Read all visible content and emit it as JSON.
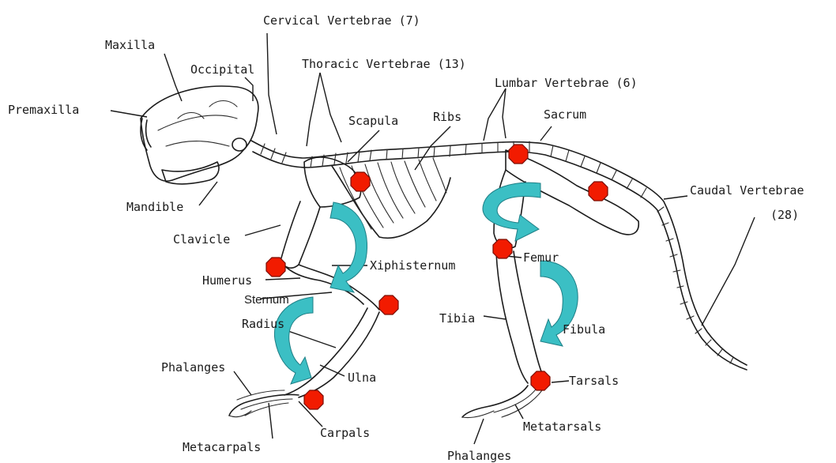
{
  "labels": {
    "cervical": "Cervical Vertebrae (7)",
    "maxilla": "Maxilla",
    "occipital": "Occipital",
    "thoracic": "Thoracic Vertebrae (13)",
    "lumbar": "Lumbar Vertebrae (6)",
    "premaxilla": "Premaxilla",
    "scapula": "Scapula",
    "ribs": "Ribs",
    "sacrum": "Sacrum",
    "caudal": "Caudal Vertebrae",
    "caudal_count": "(28)",
    "mandible": "Mandible",
    "clavicle": "Clavicle",
    "xiphisternum": "Xiphisternum",
    "femur": "Femur",
    "humerus": "Humerus",
    "sternum": "Sternum",
    "radius": "Radius",
    "tibia": "Tibia",
    "fibula": "Fibula",
    "phalanges_front": "Phalanges",
    "ulna": "Ulna",
    "tarsals": "Tarsals",
    "carpals": "Carpals",
    "metatarsals": "Metatarsals",
    "metacarpals": "Metacarpals",
    "phalanges_hind": "Phalanges"
  },
  "colors": {
    "joint_marker": "#f21b00",
    "rotation_arrow": "#3bbfc4",
    "line_art": "#1c1c1c"
  },
  "markers": {
    "joint_icon": "octagon-joint-icon",
    "rotation_icon": "curved-rotation-arrow-icon"
  }
}
